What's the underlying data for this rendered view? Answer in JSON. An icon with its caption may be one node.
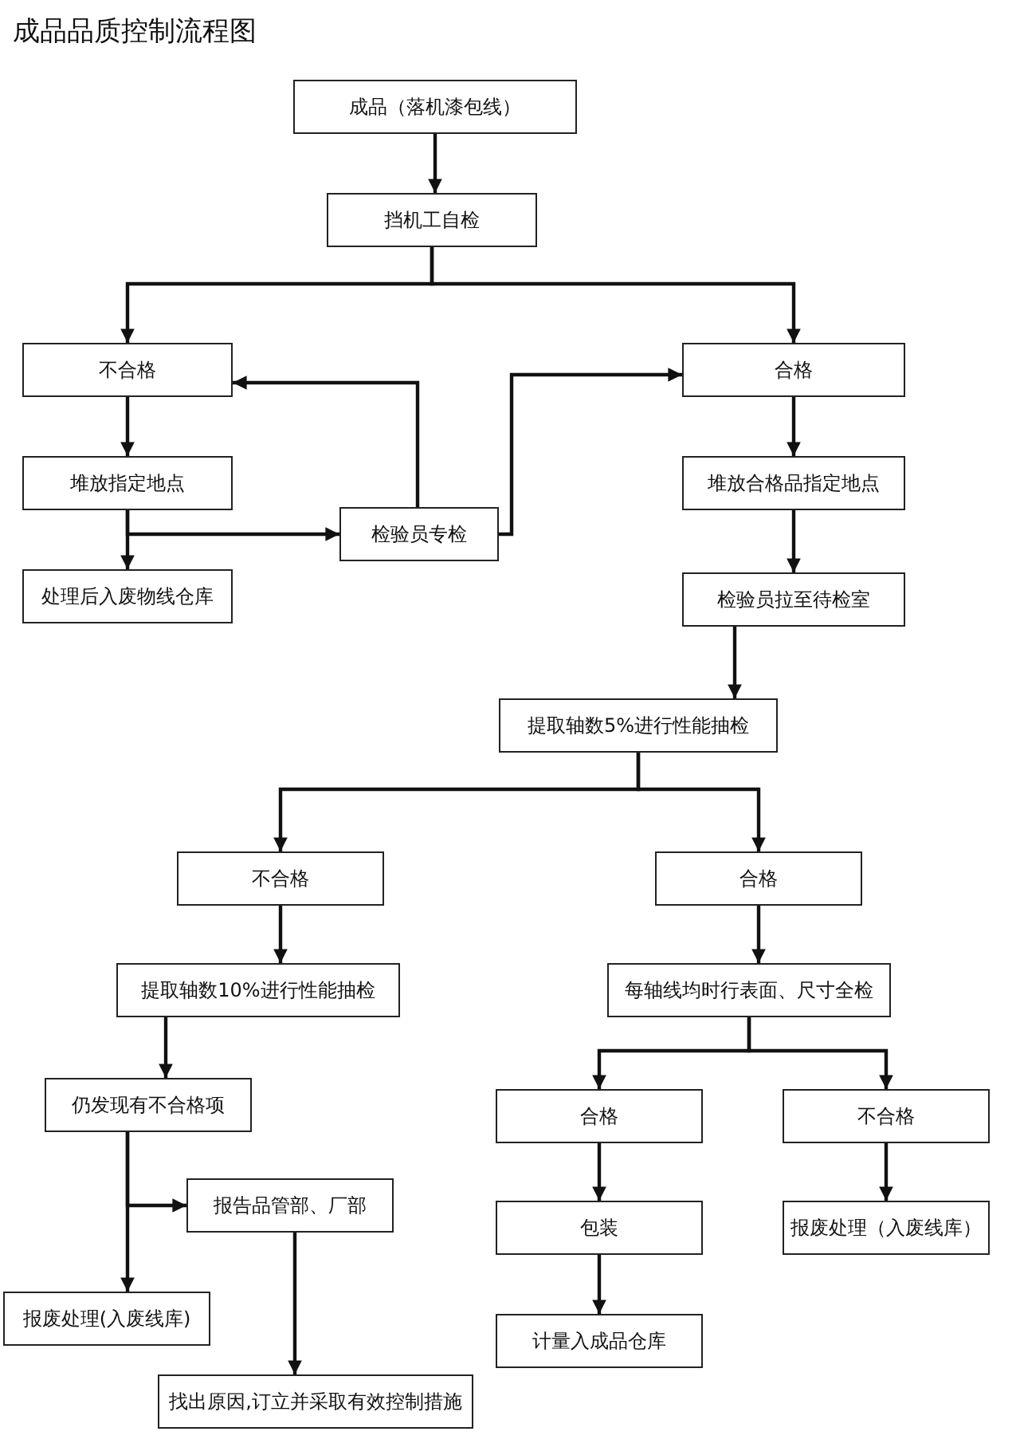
{
  "diagram": {
    "title": "成品品质控制流程图",
    "nodes": [
      {
        "text": [
          "成品（落机漆包线）"
        ]
      },
      {
        "text": [
          "挡机工自检"
        ]
      },
      {
        "text": [
          "不合格"
        ]
      },
      {
        "text": [
          "合格"
        ]
      },
      {
        "text": [
          "堆放指定地点"
        ]
      },
      {
        "text": [
          "检验员专检"
        ]
      },
      {
        "text": [
          "堆放合格品指定地点"
        ]
      },
      {
        "text": [
          "处理后入废物线仓库"
        ]
      },
      {
        "text": [
          "检验员拉至待检室"
        ]
      },
      {
        "text": [
          "提取轴数5%进行性能抽检"
        ]
      },
      {
        "text": [
          "不合格"
        ]
      },
      {
        "text": [
          "合格"
        ]
      },
      {
        "text": [
          "提取轴数10%进行性能抽检"
        ]
      },
      {
        "text": [
          "每轴线均时行表面、尺寸全检"
        ]
      },
      {
        "text": [
          "仍发现有不合格项"
        ]
      },
      {
        "text": [
          "合格"
        ]
      },
      {
        "text": [
          "不合格"
        ]
      },
      {
        "text": [
          "报告品管部、厂部"
        ]
      },
      {
        "text": [
          "包装"
        ]
      },
      {
        "text": [
          "报废处理（入废线库）"
        ]
      },
      {
        "text": [
          "报废处理(入废线库)"
        ]
      },
      {
        "text": [
          "计量入成品仓库"
        ]
      },
      {
        "text": [
          "找出原因,订立并采取有效控制措施"
        ]
      }
    ],
    "edges": [
      {
        "from": 0,
        "to": 1,
        "arrow": "to"
      },
      {
        "from": 1,
        "to": 2,
        "arrow": "to"
      },
      {
        "from": 1,
        "to": 3,
        "arrow": "to"
      },
      {
        "from": 2,
        "to": 4,
        "arrow": "to"
      },
      {
        "from": 4,
        "to": 7,
        "arrow": "to"
      },
      {
        "from": 4,
        "to": 5,
        "arrow": "to"
      },
      {
        "from": 5,
        "to": 2,
        "arrow": "to"
      },
      {
        "from": 5,
        "to": 3,
        "arrow": "to"
      },
      {
        "from": 3,
        "to": 6,
        "arrow": "to"
      },
      {
        "from": 6,
        "to": 8,
        "arrow": "to"
      },
      {
        "from": 8,
        "to": 9,
        "arrow": "to"
      },
      {
        "from": 9,
        "to": 10,
        "arrow": "to"
      },
      {
        "from": 9,
        "to": 11,
        "arrow": "to"
      },
      {
        "from": 10,
        "to": 12,
        "arrow": "to"
      },
      {
        "from": 11,
        "to": 13,
        "arrow": "to"
      },
      {
        "from": 12,
        "to": 14,
        "arrow": "to"
      },
      {
        "from": 13,
        "to": 15,
        "arrow": "to"
      },
      {
        "from": 13,
        "to": 16,
        "arrow": "to"
      },
      {
        "from": 15,
        "to": 18,
        "arrow": "to"
      },
      {
        "from": 18,
        "to": 21,
        "arrow": "to"
      },
      {
        "from": 16,
        "to": 19,
        "arrow": "to"
      },
      {
        "from": 14,
        "to": 20,
        "arrow": "to"
      },
      {
        "from": 14,
        "to": 17,
        "arrow": "to"
      },
      {
        "from": 17,
        "to": 22,
        "arrow": "to"
      }
    ]
  }
}
